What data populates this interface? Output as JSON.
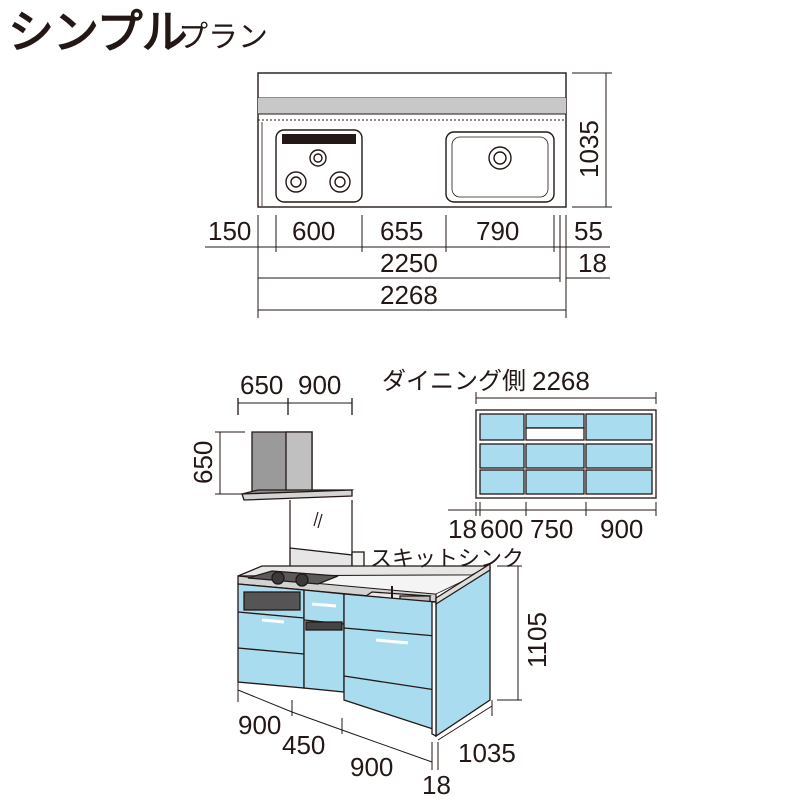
{
  "title": {
    "main": "シンプル",
    "sub": "プラン"
  },
  "plan_view": {
    "depth": "1035",
    "widths": [
      "150",
      "600",
      "655",
      "790",
      "55"
    ],
    "total_inner": "2250",
    "side_panel": "18",
    "total": "2268"
  },
  "hood": {
    "width_a": "650",
    "width_b": "900",
    "height": "650"
  },
  "dining_side": {
    "label": "ダイニング側",
    "total": "2268",
    "widths": [
      "18",
      "600",
      "750",
      "900"
    ]
  },
  "sink_label": "スキットシンク",
  "kitchen": {
    "height": "1105",
    "widths": [
      "900",
      "450",
      "900"
    ],
    "side_panel": "18",
    "depth": "1035"
  },
  "colors": {
    "cabinet": "#a9dcef",
    "outline": "#231815",
    "counter": "#d9d9d9"
  }
}
